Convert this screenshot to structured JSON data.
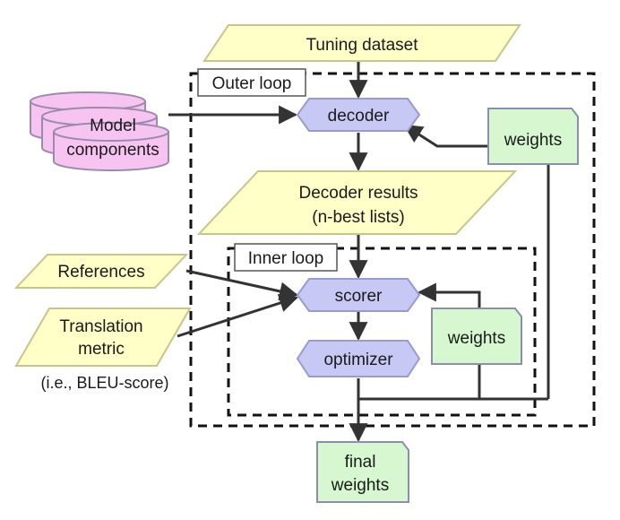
{
  "nodes": {
    "tuning_dataset": "Tuning dataset",
    "outer_loop": "Outer loop",
    "model_components": [
      "Model",
      "components"
    ],
    "decoder": "decoder",
    "weights_outer": "weights",
    "decoder_results": [
      "Decoder results",
      "(n-best lists)"
    ],
    "inner_loop": "Inner loop",
    "references": "References",
    "translation_metric": [
      "Translation",
      "metric"
    ],
    "metric_note": "(i.e., BLEU-score)",
    "scorer": "scorer",
    "weights_inner": "weights",
    "optimizer": "optimizer",
    "final_weights": [
      "final",
      "weights"
    ]
  },
  "colors": {
    "data_fill": "#ffffc8",
    "data_stroke": "#c9c48a",
    "process_fill": "#c8c8f5",
    "process_stroke": "#9a9ad0",
    "weights_fill": "#d6f7d0",
    "weights_stroke": "#8a8fb0",
    "db_fill": "#f7c4f2",
    "db_stroke": "#9a8ab0",
    "line": "#333333"
  }
}
